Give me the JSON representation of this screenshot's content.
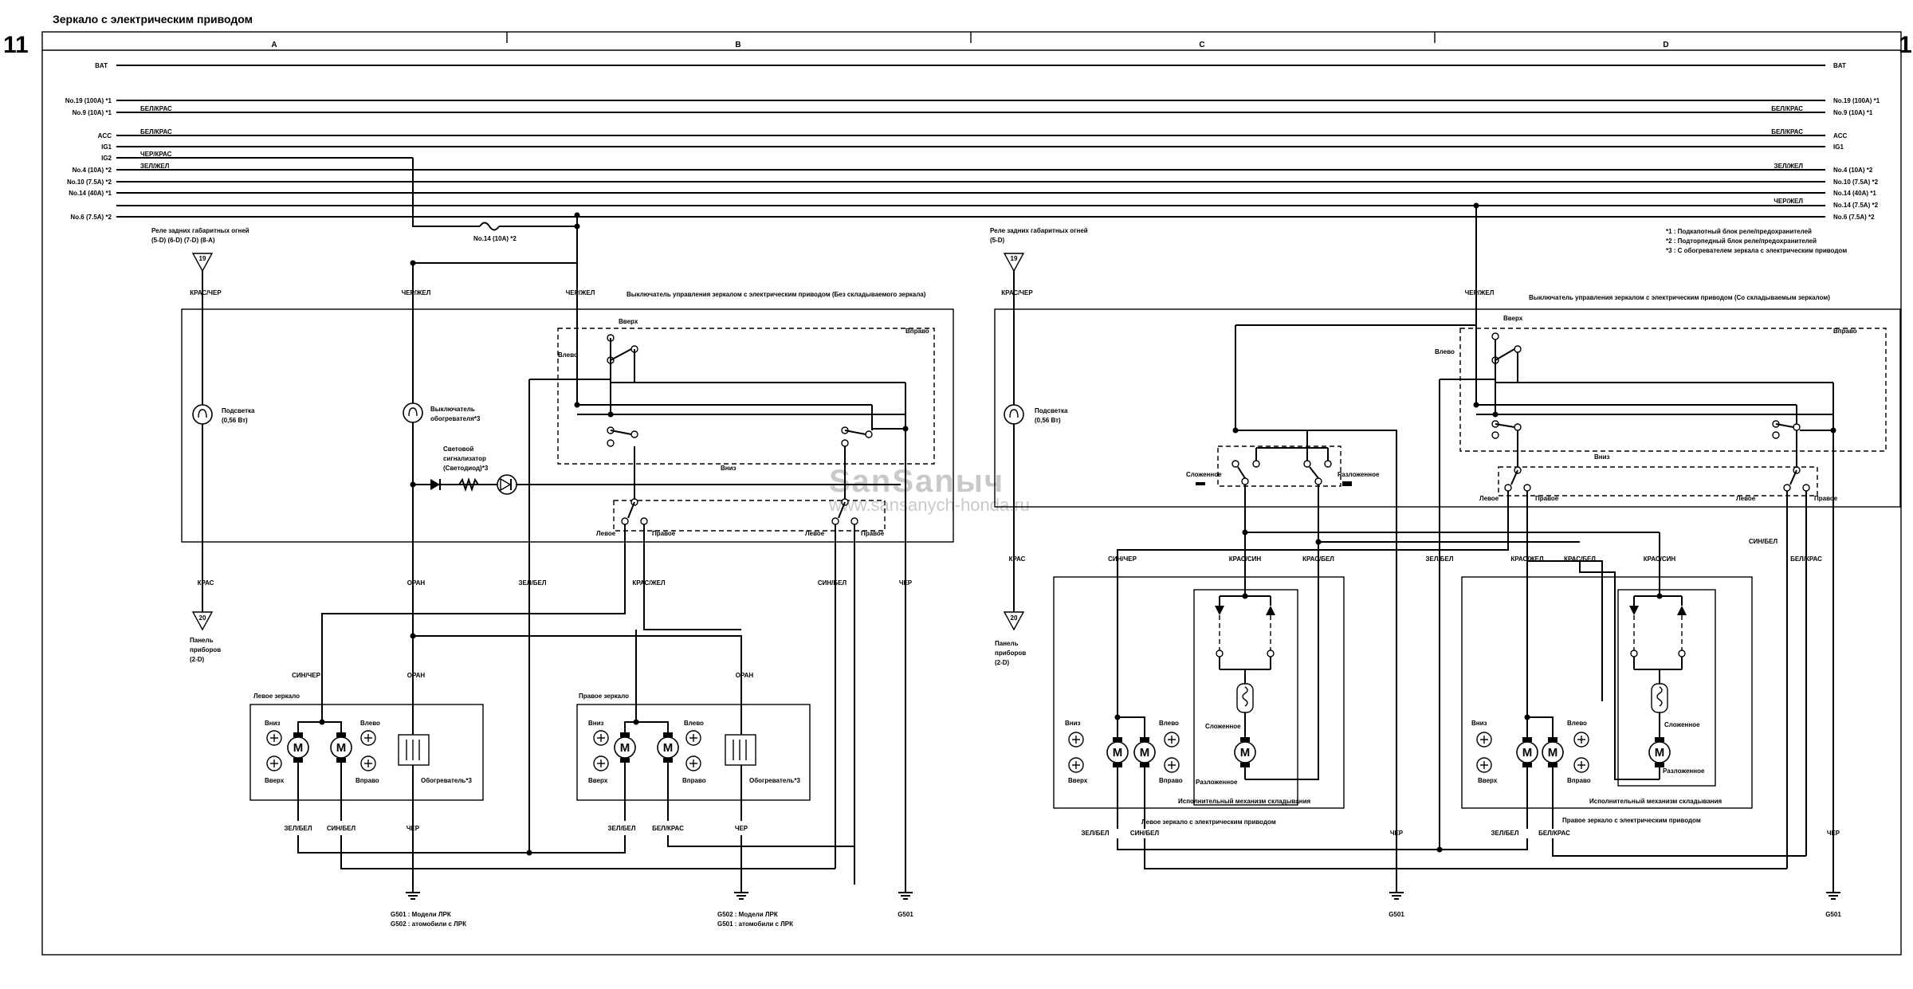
{
  "page": {
    "title": "Зеркало с электрическим приводом",
    "page_left": "11",
    "page_right": "1",
    "columns": [
      "A",
      "B",
      "C",
      "D"
    ]
  },
  "watermark": {
    "line1": "SanSanыч",
    "line2": "www.sansanych-honda.ru"
  },
  "bus": {
    "left": [
      "BAT",
      "No.19 (100A) *1",
      "No.9 (10A) *1",
      "ACC",
      "IG1",
      "IG2",
      "No.4 (10A) *2",
      "No.10 (7.5A) *2",
      "No.14 (40A) *1",
      "No.6 (7.5A) *2"
    ],
    "left_wires": {
      "no9": "БЕЛ/КРАС",
      "acc": "БЕЛ/КРАС",
      "ig2": "ЧЕР/КРАС",
      "no4": "ЗЕЛ/ЖЕЛ"
    },
    "right": [
      "BAT",
      "No.19 (100A) *1",
      "No.9 (10A) *1",
      "ACC",
      "IG1",
      "No.4 (10A) *2",
      "No.10 (7.5A) *2",
      "No.14 (40A) *1",
      "No.14 (7.5A) *2",
      "No.6 (7.5A) *2"
    ],
    "right_wires": {
      "no9": "БЕЛ/КРАС",
      "acc": "БЕЛ/КРАС",
      "no4": "ЗЕЛ/ЖЕЛ",
      "no14": "ЧЕР/ЖЕЛ"
    },
    "fuse_mid": "No.14 (10A) *2"
  },
  "notes": [
    "*1   : Подкапотный блок реле/предохранителей",
    "*2   : Подторпедный блок реле/предохранителей",
    "*3   : С обогревателем зеркала с электрическим приводом"
  ],
  "left_half": {
    "relay_label": "Реле задних габаритных огней",
    "relay_refs": "(5-D) (6-D) (7-D) (8-A)",
    "relay_pin": "19",
    "switch_title": "Выключатель управления зеркалом с электрическим приводом (Без складываемого зеркала)",
    "wires": {
      "kras_cher": "КРАС/ЧЕР",
      "cher_zhel_1": "ЧЕР/ЖЕЛ",
      "cher_zhel_2": "ЧЕР/ЖЕЛ",
      "kras": "КРАС",
      "oran_1": "ОРАН",
      "zel_bel": "ЗЕЛ/БЕЛ",
      "kras_zhel": "КРАС/ЖЕЛ",
      "sin_bel": "СИН/БЕЛ",
      "cher": "ЧЕР",
      "sin_cher": "СИН/ЧЕР",
      "oran_2": "ОРАН",
      "oran_3": "ОРАН",
      "b_zel_bel_l": "ЗЕЛ/БЕЛ",
      "b_sin_bel_l": "СИН/БЕЛ",
      "b_cher_l": "ЧЕР",
      "b_zel_bel_r": "ЗЕЛ/БЕЛ",
      "b_bel_kras_r": "БЕЛ/КРАС",
      "b_cher_r": "ЧЕР"
    },
    "backlight": "Подсветка",
    "backlight_power": "(0,56 Вт)",
    "heater_switch_1": "Выключатель",
    "heater_switch_2": "обогревателя*3",
    "indicator_1": "Световой",
    "indicator_2": "сигнализатор",
    "indicator_3": "(Светодиод)*3",
    "sw": {
      "up": "Вверх",
      "left": "Влево",
      "right": "Вправо",
      "down": "Вниз",
      "l_side": "Левое",
      "r_side": "Правое",
      "l_side2": "Левое",
      "r_side2": "Правое"
    },
    "panel_pin": "20",
    "panel_1": "Панель",
    "panel_2": "приборов",
    "panel_3": "(2-D)",
    "left_mirror": {
      "title": "Левое зеркало",
      "down": "Вниз",
      "left": "Влево",
      "up": "Вверх",
      "right": "Вправо",
      "heater": "Обогреватель*3"
    },
    "right_mirror": {
      "title": "Правое зеркало",
      "down": "Вниз",
      "left": "Влево",
      "up": "Вверх",
      "right": "Вправо",
      "heater": "Обогреватель*3"
    },
    "ground_l_1": "G501  : Модели ЛРК",
    "ground_l_2": "G502  : атомобили с ЛРК",
    "ground_m_1": "G502  : Модели ЛРК",
    "ground_m_2": "G501  : атомобили с ЛРК",
    "ground_r": "G501"
  },
  "right_half": {
    "relay_label": "Реле задних габаритных огней",
    "relay_refs": "(5-D)",
    "relay_pin": "19",
    "switch_title": "Выключатель управления зеркалом с электрическим приводом (Со складываемым зеркалом)",
    "wires": {
      "kras_cher": "КРАС/ЧЕР",
      "cher_zhel": "ЧЕР/ЖЕЛ",
      "kras": "КРАС",
      "sin_cher": "СИН/ЧЕР",
      "kras_sin_1": "КРАС/СИН",
      "kras_bel_1": "КРАС/БЕЛ",
      "zel_bel": "ЗЕЛ/БЕЛ",
      "kras_zhel": "КРАС/ЖЕЛ",
      "kras_bel_2": "КРАС/БЕЛ",
      "kras_sin_2": "КРАС/СИН",
      "sin_bel": "СИН/БЕЛ",
      "bel_kras": "БЕЛ/КРАС",
      "b_zel_bel_l": "ЗЕЛ/БЕЛ",
      "b_sin_bel_l": "СИН/БЕЛ",
      "b_cher_l": "ЧЕР",
      "b_zel_bel_r": "ЗЕЛ/БЕЛ",
      "b_bel_kras_r": "БЕЛ/КРАС",
      "b_cher_r": "ЧЕР"
    },
    "backlight": "Подсветка",
    "backlight_power": "(0,56 Вт)",
    "folded": "Сложенное",
    "unfolded": "Разложенное",
    "sw": {
      "up": "Вверх",
      "left": "Влево",
      "right": "Вправо",
      "down": "Вниз",
      "l_side": "Левое",
      "r_side": "Правое",
      "l_side2": "Левое",
      "r_side2": "Правое"
    },
    "panel_pin": "20",
    "panel_1": "Панель",
    "panel_2": "приборов",
    "panel_3": "(2-D)",
    "left_mirror": {
      "title": "Левое зеркало с электрическим приводом",
      "down": "Вниз",
      "left": "Влево",
      "up": "Вверх",
      "right": "Вправо",
      "folded": "Сложенное",
      "unfolded": "Разложенное",
      "fold_mech": "Исполнительный механизм складывания"
    },
    "right_mirror": {
      "title": "Правое зеркало с электрическим приводом",
      "down": "Вниз",
      "left": "Влево",
      "up": "Вверх",
      "right": "Вправо",
      "folded": "Сложенное",
      "unfolded": "Разложенное",
      "fold_mech": "Исполнительный механизм складывания"
    },
    "ground_c": "G501",
    "ground_r": "G501"
  }
}
